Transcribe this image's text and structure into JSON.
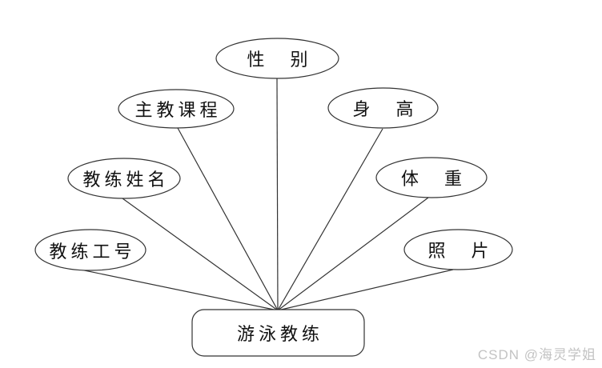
{
  "diagram": {
    "type": "er-attribute-diagram",
    "entity": {
      "label": "游泳教练",
      "shape": "rounded-rectangle"
    },
    "attributes": [
      {
        "label": "性　别",
        "shape": "ellipse",
        "position": "top-center"
      },
      {
        "label": "主教课程",
        "shape": "ellipse",
        "position": "upper-left"
      },
      {
        "label": "身　高",
        "shape": "ellipse",
        "position": "upper-right"
      },
      {
        "label": "教练姓名",
        "shape": "ellipse",
        "position": "middle-left"
      },
      {
        "label": "体　重",
        "shape": "ellipse",
        "position": "middle-right"
      },
      {
        "label": "教练工号",
        "shape": "ellipse",
        "position": "lower-left"
      },
      {
        "label": "照　片",
        "shape": "ellipse",
        "position": "lower-right"
      }
    ],
    "connector_count": 7,
    "colors": {
      "shape_stroke": "#333333",
      "shape_fill": "#ffffff",
      "text": "#111111"
    }
  },
  "watermark": {
    "text": "CSDN @海灵学姐",
    "color": "#c3c3c3"
  }
}
